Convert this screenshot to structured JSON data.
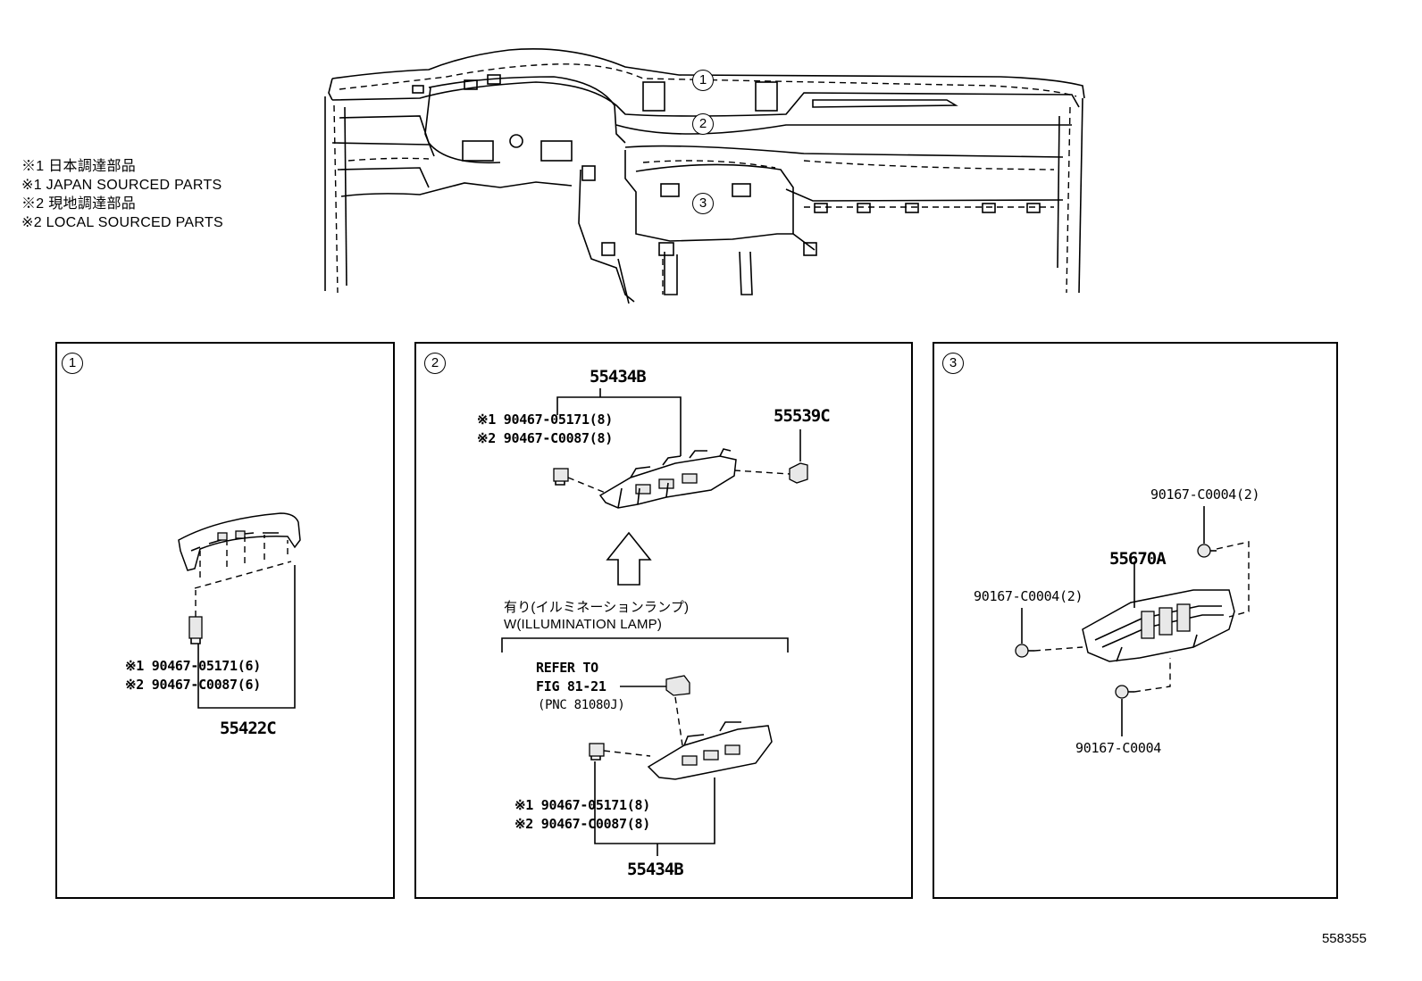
{
  "legend": [
    "※1 日本調達部品",
    "※1 JAPAN SOURCED PARTS",
    "※2 現地調達部品",
    "※2 LOCAL SOURCED PARTS"
  ],
  "callouts": {
    "c1": "1",
    "c2": "2",
    "c3": "3"
  },
  "panel1": {
    "label": "1",
    "clip_jp": "※1 90467-05171(6)",
    "clip_local": "※2 90467-C0087(6)",
    "part": "55422C"
  },
  "panel2": {
    "label": "2",
    "part_top": "55434B",
    "clip_jp_top": "※1 90467-05171(8)",
    "clip_local_top": "※2 90467-C0087(8)",
    "part_side": "55539C",
    "condition_jp": "有り(イルミネーションランプ)",
    "condition_en": "W(ILLUMINATION LAMP)",
    "refer_1": "REFER TO",
    "refer_2": "FIG 81-21",
    "refer_3": "(PNC 81080J)",
    "clip_jp_bottom": "※1 90467-05171(8)",
    "clip_local_bottom": "※2 90467-C0087(8)",
    "part_bottom": "55434B"
  },
  "panel3": {
    "label": "3",
    "screw_top": "90167-C0004(2)",
    "part": "55670A",
    "screw_left": "90167-C0004(2)",
    "screw_bottom": "90167-C0004"
  },
  "ref_number": "558355"
}
